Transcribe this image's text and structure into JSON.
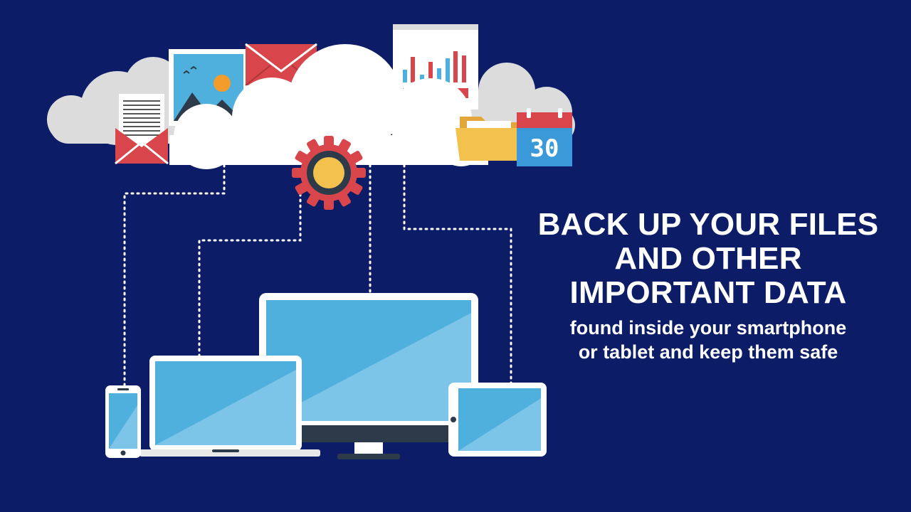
{
  "headline": {
    "line1": "BACK UP YOUR FILES",
    "line2": "AND OTHER",
    "line3": "IMPORTANT DATA"
  },
  "subline": {
    "line1": "found inside your smartphone",
    "line2": "or tablet and keep them safe"
  },
  "calendar": {
    "day": "30"
  },
  "colors": {
    "background": "#0c1c66",
    "cloud": "#ffffff",
    "cloud_back": "#dcdcdc",
    "screen": "#4fb0dd",
    "accent_red": "#d8464b",
    "accent_yellow": "#f2c14e",
    "calendar_blue": "#3a9ad9"
  },
  "icons": [
    "cloud-icon",
    "document-envelope-icon",
    "photo-icon",
    "envelope-icon",
    "bar-chart-icon",
    "folder-icon",
    "calendar-icon",
    "gear-icon",
    "smartphone-icon",
    "laptop-icon",
    "desktop-monitor-icon",
    "tablet-icon"
  ]
}
